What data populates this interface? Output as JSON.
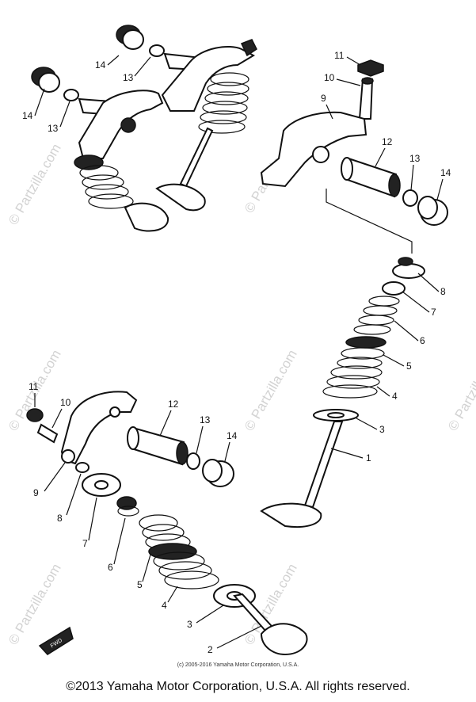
{
  "watermarks": [
    "© Partzilla.com",
    "© Partzilla.com",
    "© Partzilla.com",
    "© Partzilla.com",
    "© Partzilla.com",
    "© Partzilla.com",
    "© Partzilla.com"
  ],
  "callouts": [
    {
      "id": "top-left-14a",
      "text": "14"
    },
    {
      "id": "top-left-13a",
      "text": "13"
    },
    {
      "id": "top-left-14b",
      "text": "14"
    },
    {
      "id": "top-left-13b",
      "text": "13"
    },
    {
      "id": "tr-11",
      "text": "11"
    },
    {
      "id": "tr-10",
      "text": "10"
    },
    {
      "id": "tr-9",
      "text": "9"
    },
    {
      "id": "tr-12",
      "text": "12"
    },
    {
      "id": "tr-13",
      "text": "13"
    },
    {
      "id": "tr-14",
      "text": "14"
    },
    {
      "id": "r-8",
      "text": "8"
    },
    {
      "id": "r-7",
      "text": "7"
    },
    {
      "id": "r-6",
      "text": "6"
    },
    {
      "id": "r-5",
      "text": "5"
    },
    {
      "id": "r-4",
      "text": "4"
    },
    {
      "id": "r-3",
      "text": "3"
    },
    {
      "id": "r-1",
      "text": "1"
    },
    {
      "id": "bl-11",
      "text": "11"
    },
    {
      "id": "bl-10",
      "text": "10"
    },
    {
      "id": "bl-12",
      "text": "12"
    },
    {
      "id": "bl-13",
      "text": "13"
    },
    {
      "id": "bl-14",
      "text": "14"
    },
    {
      "id": "bl-9",
      "text": "9"
    },
    {
      "id": "bl-8",
      "text": "8"
    },
    {
      "id": "bl-7",
      "text": "7"
    },
    {
      "id": "bl-6",
      "text": "6"
    },
    {
      "id": "bl-5",
      "text": "5"
    },
    {
      "id": "bl-4",
      "text": "4"
    },
    {
      "id": "bl-3",
      "text": "3"
    },
    {
      "id": "bl-2",
      "text": "2"
    }
  ],
  "fwd_label": "FWD",
  "copyright_small": "(c) 2005-2016 Yamaha Motor Corporation, U.S.A.",
  "copyright_footer": "©2013 Yamaha Motor Corporation, U.S.A. All rights reserved."
}
